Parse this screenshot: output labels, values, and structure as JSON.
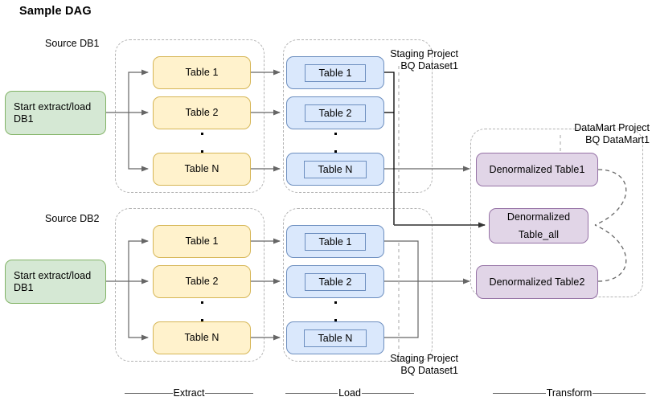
{
  "title": "Sample DAG",
  "groups": {
    "source_db1_label": "Source DB1",
    "source_db2_label": "Source DB2",
    "staging_top_label_line1": "Staging Project",
    "staging_top_label_line2": "BQ Dataset1",
    "staging_bottom_label_line1": "Staging Project",
    "staging_bottom_label_line2": "BQ Dataset1",
    "datamart_label_line1": "DataMart Project",
    "datamart_label_line2": "BQ DataMart1"
  },
  "start_nodes": [
    {
      "id": "start-top",
      "line1": "Start extract/load",
      "line2": "DB1"
    },
    {
      "id": "start-bottom",
      "line1": "Start extract/load",
      "line2": "DB1"
    }
  ],
  "extract_top": [
    {
      "label": "Table 1"
    },
    {
      "label": "Table 2"
    },
    {
      "label": "Table N"
    }
  ],
  "extract_bottom": [
    {
      "label": "Table 1"
    },
    {
      "label": "Table 2"
    },
    {
      "label": "Table N"
    }
  ],
  "load_top": [
    {
      "label": "Table 1"
    },
    {
      "label": "Table 2"
    },
    {
      "label": "Table N"
    }
  ],
  "load_bottom": [
    {
      "label": "Table 1"
    },
    {
      "label": "Table 2"
    },
    {
      "label": "Table N"
    }
  ],
  "transform": [
    {
      "id": "denorm-1",
      "label": "Denormalized Table1"
    },
    {
      "id": "denorm-all",
      "line1": "Denormalized",
      "line2": "Table_all"
    },
    {
      "id": "denorm-2",
      "label": "Denormalized Table2"
    }
  ],
  "phases": [
    {
      "id": "phase-extract",
      "label": "Extract"
    },
    {
      "id": "phase-load",
      "label": "Load"
    },
    {
      "id": "phase-transform",
      "label": "Transform"
    }
  ],
  "colors": {
    "green_fill": "#d5e8d4",
    "green_stroke": "#82b366",
    "yellow_fill": "#fff2cc",
    "yellow_stroke": "#d6b656",
    "blue_fill": "#dae8fc",
    "blue_stroke": "#6c8ebf",
    "purple_fill": "#e1d5e7",
    "purple_stroke": "#9673a6",
    "group_stroke": "#b3b3b3",
    "arrow_stroke": "#666666",
    "connector_dark": "#000000"
  }
}
